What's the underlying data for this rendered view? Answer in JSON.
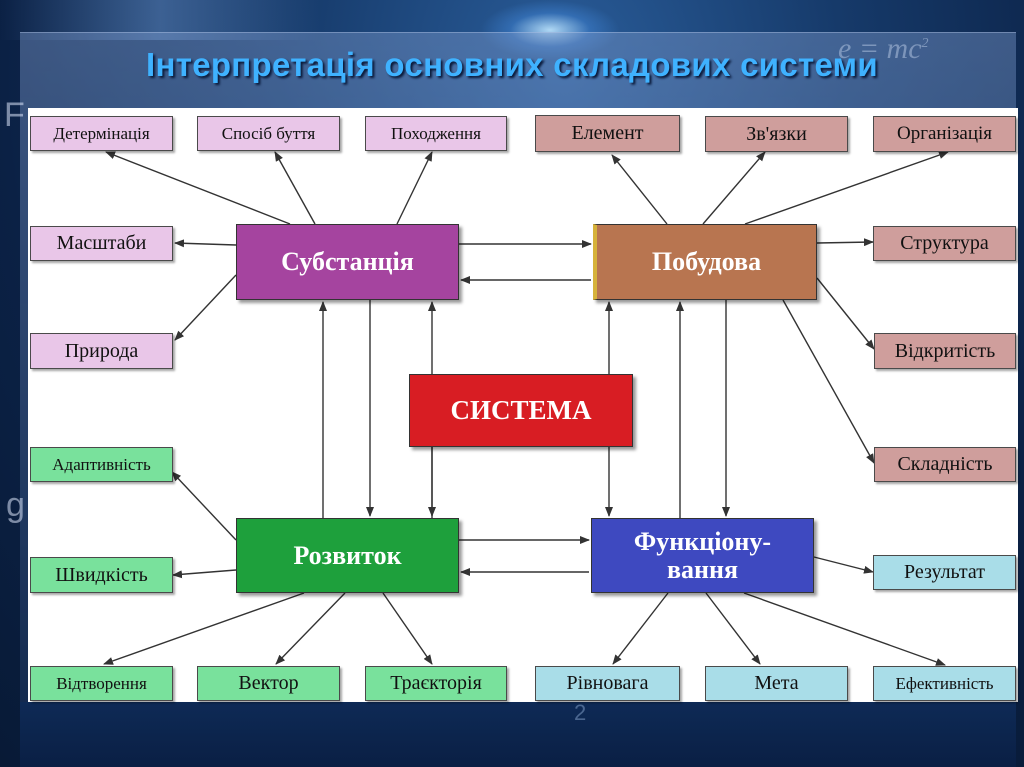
{
  "title": "Інтерпретація основних складових системи",
  "background": {
    "formula": "e = mc",
    "formula_exp": "2"
  },
  "colors": {
    "title": "#3fb2ff",
    "substance": "#a5449f",
    "structure": "#b87550",
    "system": "#d81d23",
    "development": "#1ea03c",
    "functioning": "#3e49c0",
    "pink_leaf": "#e9c6e8",
    "rose_leaf": "#cf9e9c",
    "green_leaf": "#79e19c",
    "cyan_leaf": "#a9dde8"
  },
  "diagram": {
    "center": "СИСТЕМА",
    "nodes": {
      "substance": "Субстанція",
      "structure": "Побудова",
      "development": "Розвиток",
      "functioning_line1": "Функціону-",
      "functioning_line2": "вання"
    },
    "substance_leaves": {
      "determination": "Детермінація",
      "mode_of_being": "Спосіб буття",
      "origin": "Походження",
      "scales": "Масштаби",
      "nature": "Природа"
    },
    "structure_leaves": {
      "element": "Елемент",
      "links": "Зв'язки",
      "organization": "Організація",
      "structure": "Структура",
      "openness": "Відкритість",
      "complexity": "Складність"
    },
    "development_leaves": {
      "adaptivity": "Адаптивність",
      "speed": "Швидкість",
      "reproduction": "Відтворення",
      "vector": "Вектор",
      "trajectory": "Траєкторія"
    },
    "functioning_leaves": {
      "result": "Результат",
      "equilibrium": "Рівновага",
      "goal": "Мета",
      "efficiency": "Ефективність"
    }
  }
}
